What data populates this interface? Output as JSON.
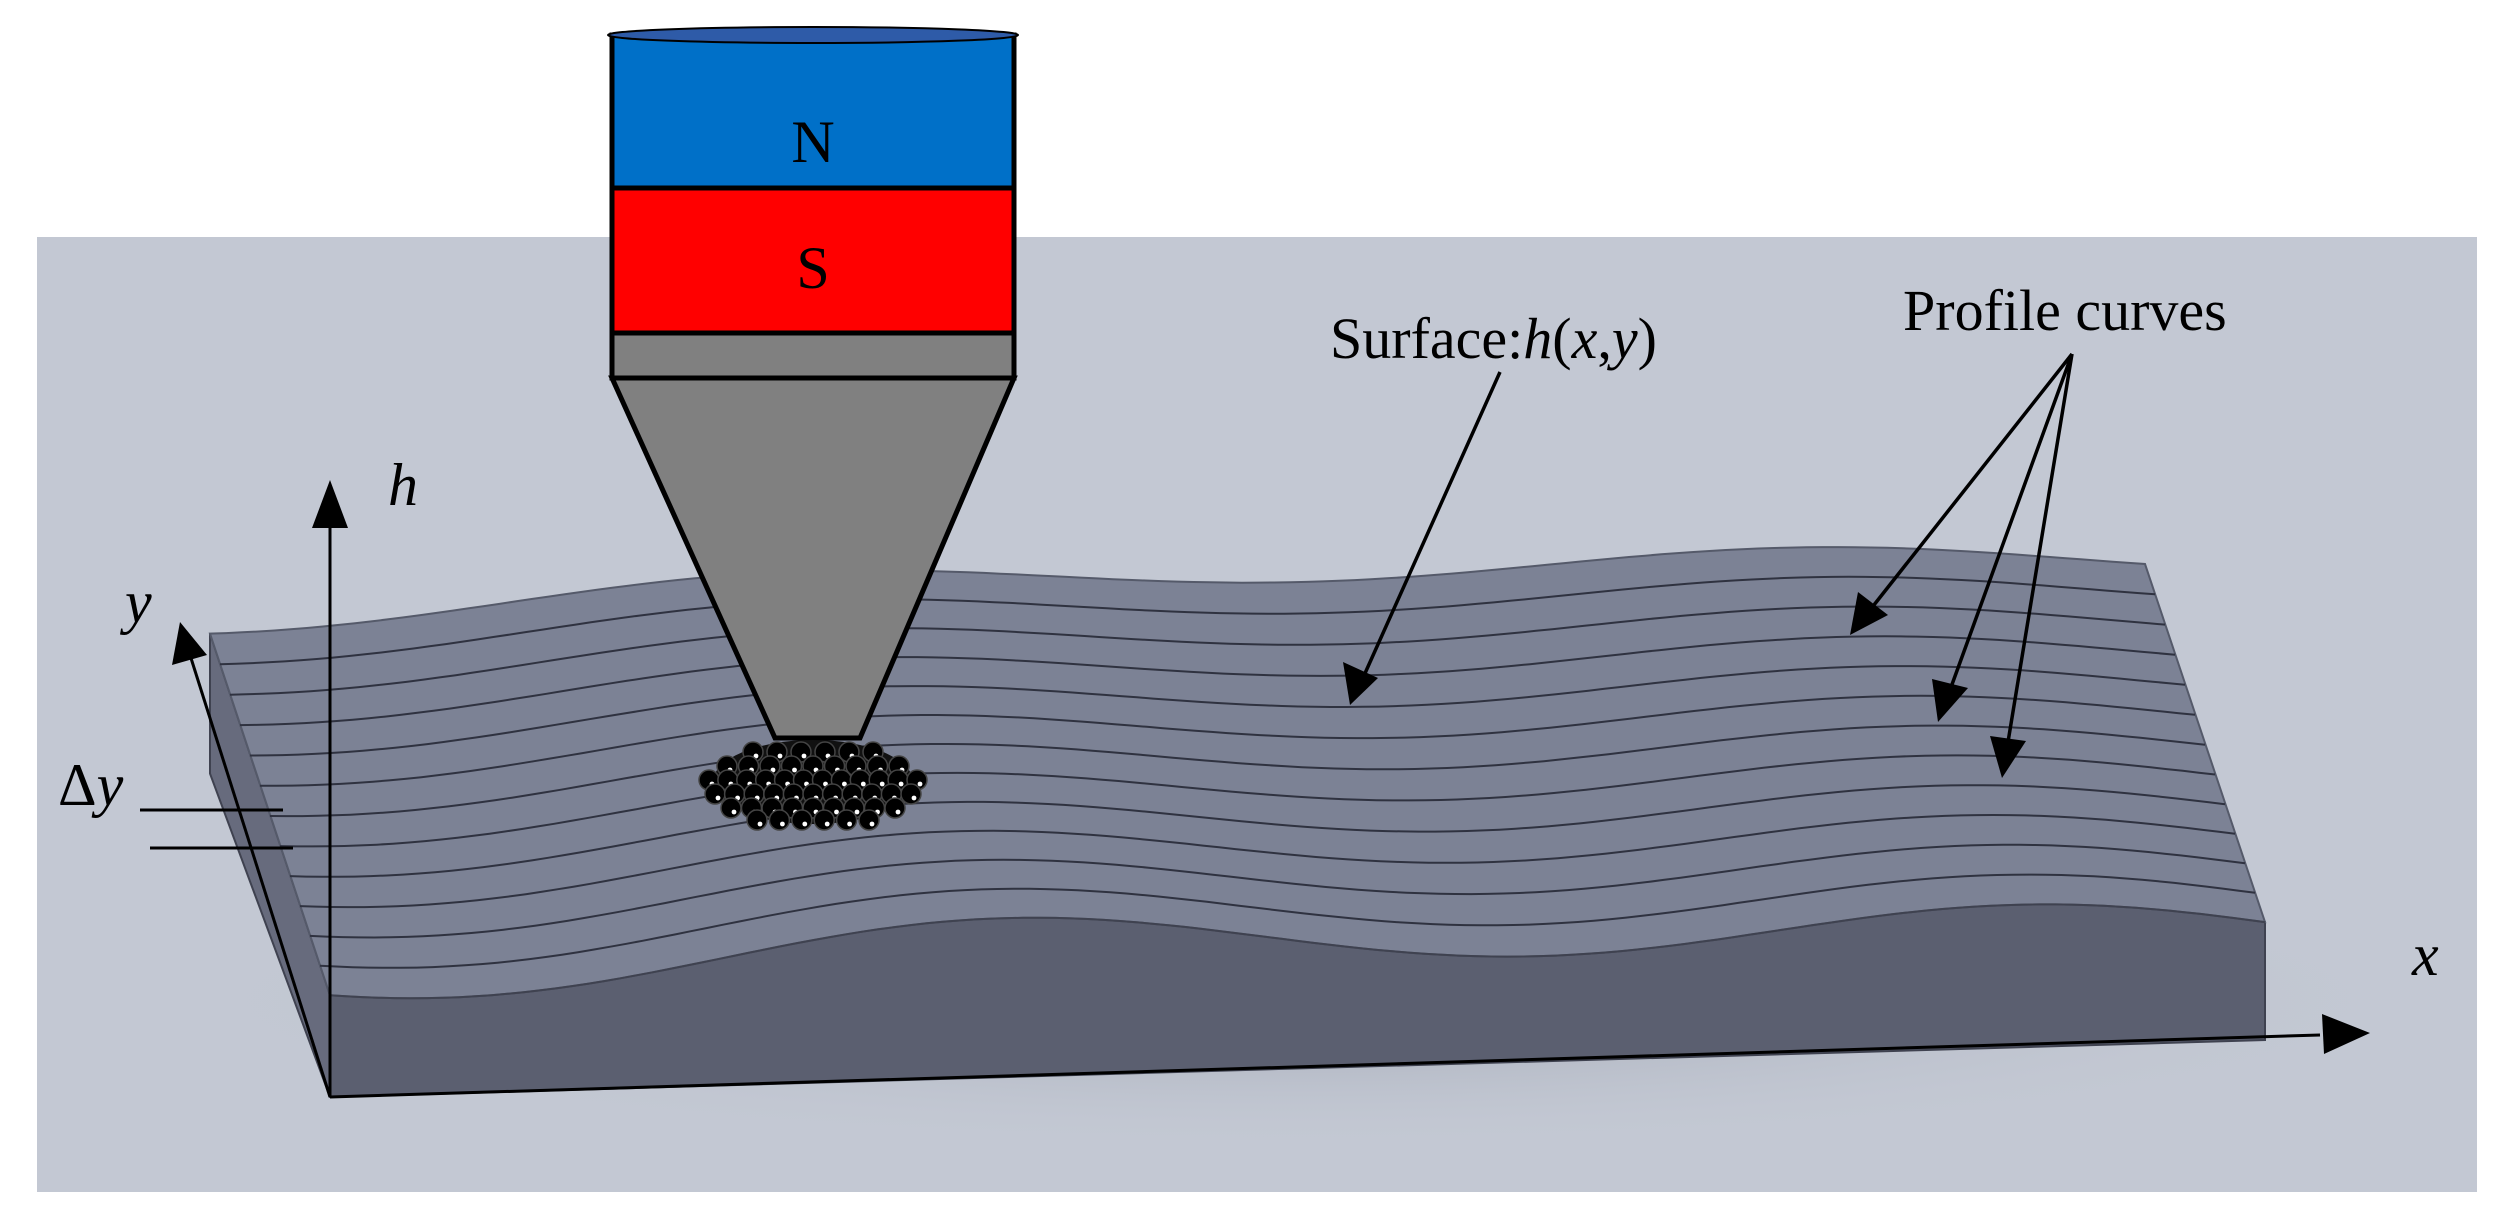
{
  "magnet": {
    "north_label": "N",
    "south_label": "S",
    "north_color": "#0070C8",
    "south_color": "#FF0000",
    "cap_color": "#2E5BA8",
    "tip_color": "#808080"
  },
  "surface": {
    "label_prefix": "Surface:",
    "label_func": "h",
    "label_open": "(",
    "label_x": "x",
    "label_comma": ",",
    "label_y": "y",
    "label_close": ")",
    "top_color": "#7C8295",
    "front_color": "#5B5F70",
    "side_color": "#676B7D",
    "profile_curve_count": 12
  },
  "profile_curves_label": "Profile curves",
  "axes": {
    "h_label": "h",
    "x_label": "x",
    "y_label": "y",
    "delta_symbol": "Δ",
    "delta_var": "y"
  },
  "background_color": "#C3C8D3"
}
